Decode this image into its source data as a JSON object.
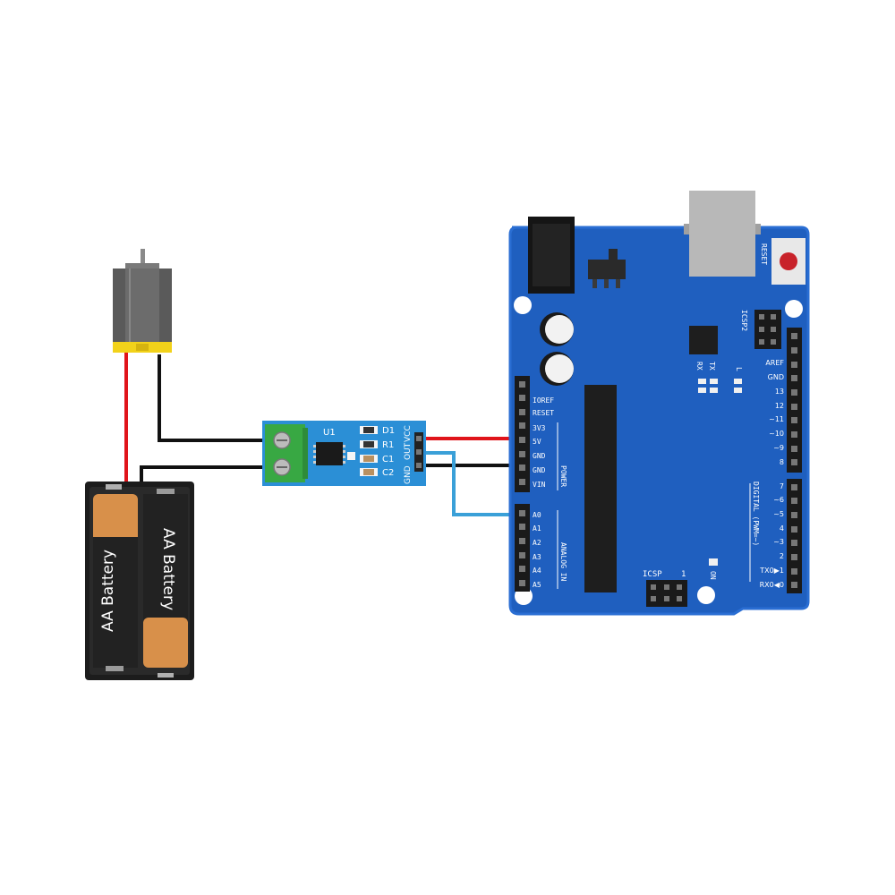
{
  "colors": {
    "arduino_board": "#1f5fbf",
    "arduino_edge": "#2a6ed3",
    "sensor_board": "#2b8fd6",
    "terminal_green": "#38a843",
    "motor_body": "#6c6c6c",
    "motor_band": "#f2d21a",
    "battery_holder": "#1c1c1c",
    "battery_copper": "#d8904a",
    "wire_red": "#e0141b",
    "wire_black": "#111111",
    "wire_blue": "#3aa0d8",
    "reset_red": "#c8222a",
    "usb_grey": "#b8b8b8"
  },
  "battery": {
    "label_1": "AA Battery",
    "label_2": "AA Battery"
  },
  "sensor": {
    "chip_label": "U1",
    "d1": "D1",
    "r1": "R1",
    "c1": "C1",
    "c2": "C2",
    "pin_gnd": "GND",
    "pin_out": "OUT",
    "pin_vcc": "VCC"
  },
  "arduino": {
    "reset": "RESET",
    "icsp2": "ICSP2",
    "tx": "TX",
    "rx": "RX",
    "l": "L",
    "aref": "AREF",
    "gnd_digital": "GND",
    "d13": "13",
    "d12": "12",
    "d11": "~11",
    "d10": "~10",
    "d9": "~9",
    "d8": "8",
    "d7": "7",
    "d6": "~6",
    "d5": "~5",
    "d4": "4",
    "d3": "~3",
    "d2": "2",
    "tx1": "TX0▶1",
    "rx0": "RX0◀0",
    "digital_label": "DIGITAL (PWM=~)",
    "ioref": "IOREF",
    "reset_pin": "RESET",
    "v33": "3V3",
    "v5": "5V",
    "gnd1": "GND",
    "gnd2": "GND",
    "vin": "VIN",
    "power_label": "POWER",
    "a0": "A0",
    "a1": "A1",
    "a2": "A2",
    "a3": "A3",
    "a4": "A4",
    "a5": "A5",
    "analog_label": "ANALOG IN",
    "icsp": "ICSP",
    "icsp_1": "1",
    "on": "ON"
  }
}
